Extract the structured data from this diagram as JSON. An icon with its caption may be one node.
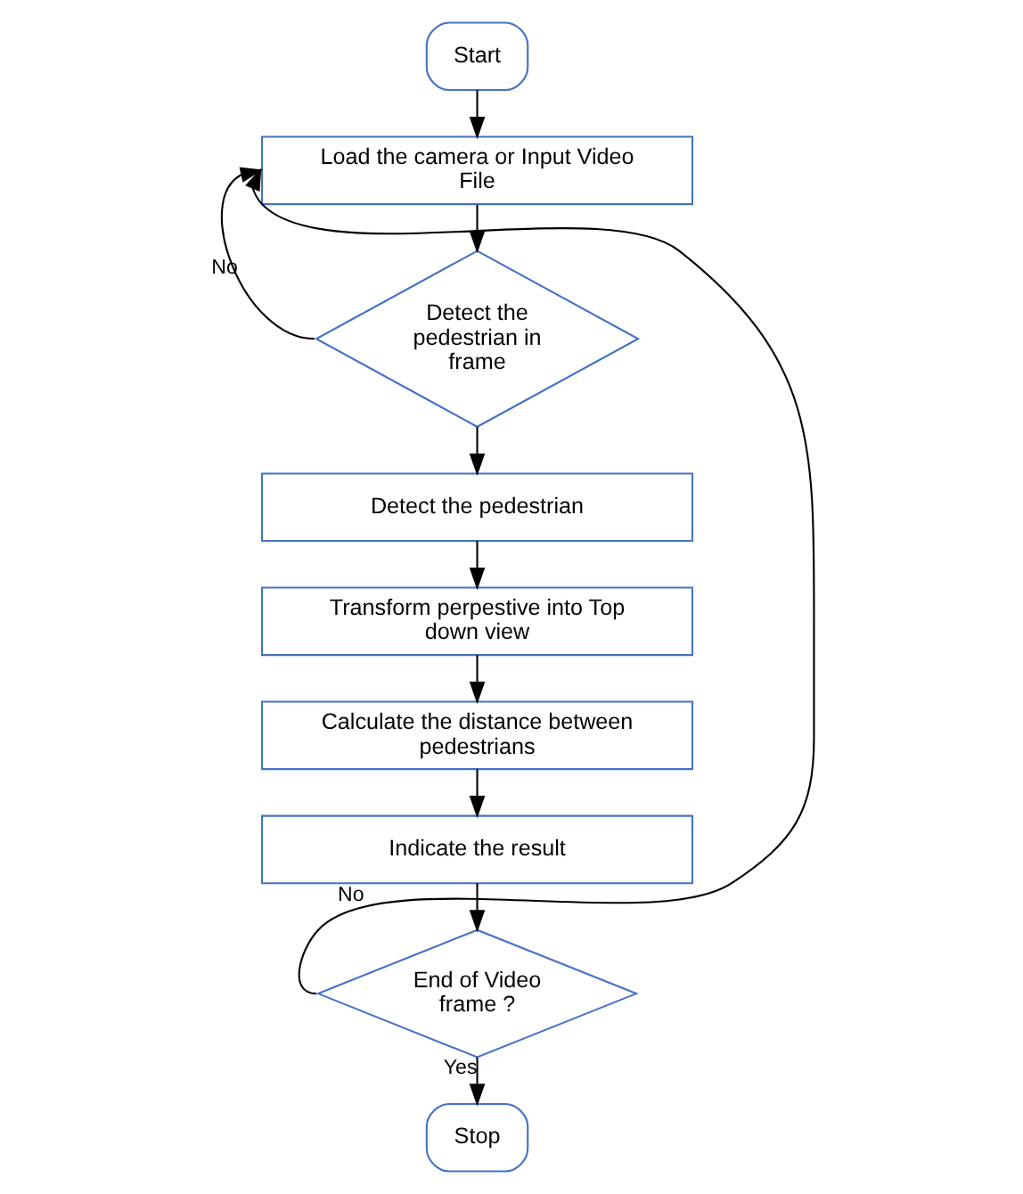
{
  "diagram": {
    "nodes": [
      {
        "text": [
          "Start"
        ]
      },
      {
        "text": [
          "Load the camera or Input Video File"
        ]
      },
      {
        "text": [
          "Detect the pedestrian in frame"
        ]
      },
      {
        "text": [
          "Detect the pedestrian"
        ]
      },
      {
        "text": [
          "Transform perpestive into Top down view"
        ]
      },
      {
        "text": [
          "Calculate the distance between pedestrians"
        ]
      },
      {
        "text": [
          "Indicate the result"
        ]
      },
      {
        "text": [
          "End of Video frame ?"
        ]
      },
      {
        "text": [
          "Stop"
        ]
      }
    ],
    "edges": [
      {
        "from": 0,
        "to": 1,
        "arrow": "to"
      },
      {
        "from": 1,
        "to": 2,
        "arrow": "to"
      },
      {
        "from": 2,
        "to": 1,
        "arrow": "to",
        "label": "No"
      },
      {
        "from": 2,
        "to": 3,
        "arrow": "to"
      },
      {
        "from": 3,
        "to": 4,
        "arrow": "to"
      },
      {
        "from": 4,
        "to": 5,
        "arrow": "to"
      },
      {
        "from": 5,
        "to": 6,
        "arrow": "to"
      },
      {
        "from": 6,
        "to": 7,
        "arrow": "to"
      },
      {
        "from": 7,
        "to": 1,
        "arrow": "to",
        "label": "No"
      },
      {
        "from": 7,
        "to": 8,
        "arrow": "to",
        "label": "Yes"
      }
    ]
  }
}
